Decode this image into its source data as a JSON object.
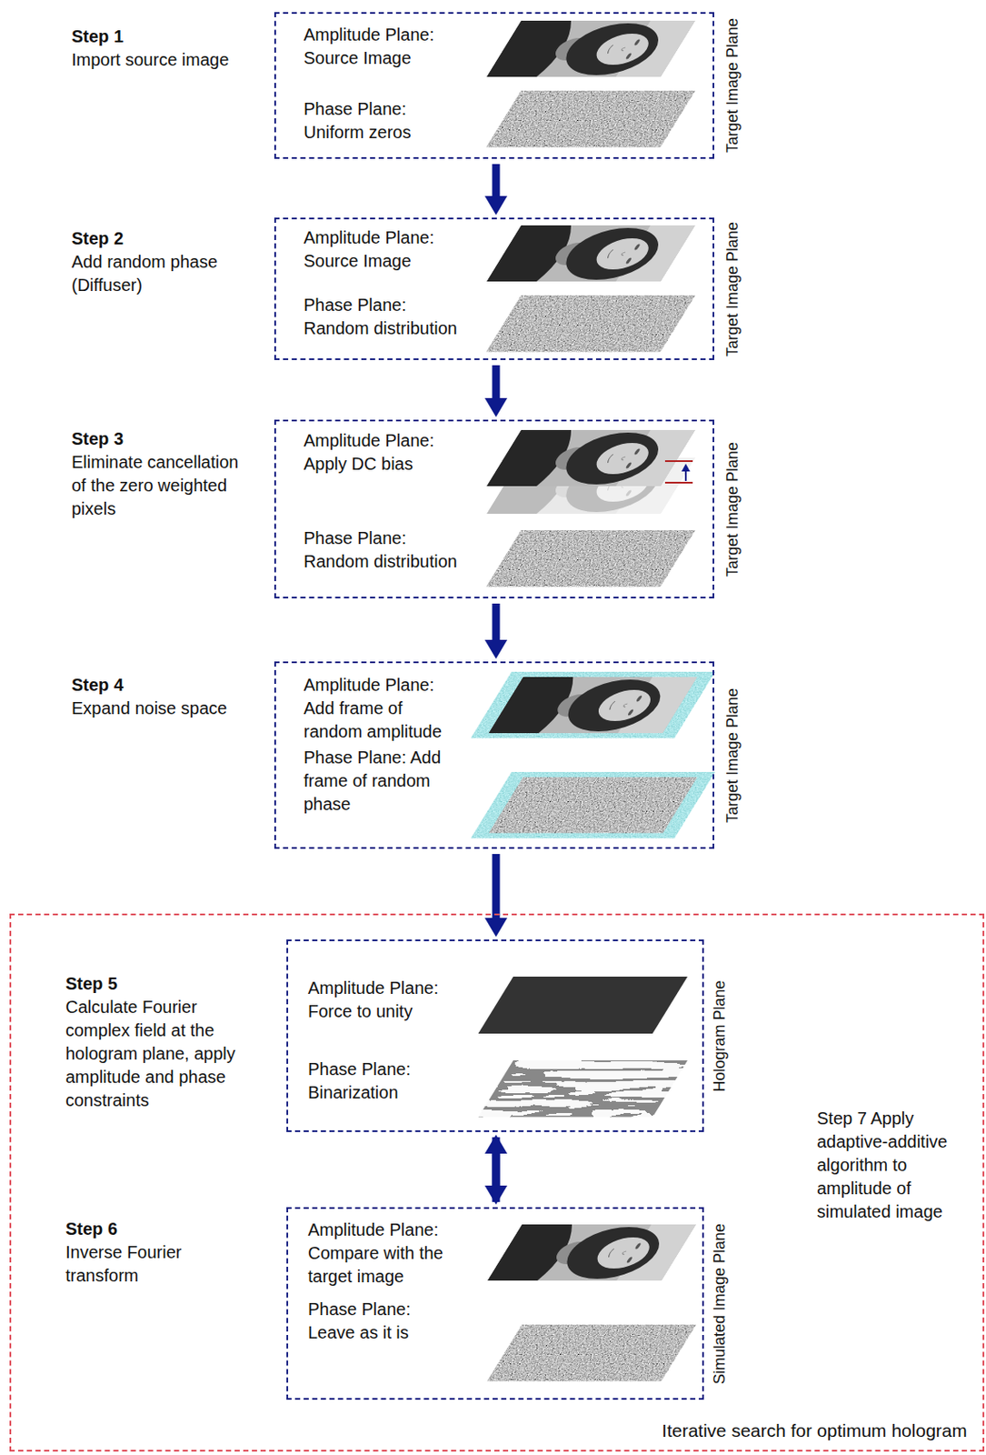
{
  "diagram": {
    "nodes": [
      {
        "text": [
          "Step 1",
          "Import source image",
          "Amplitude Plane: Source Image",
          "Phase Plane: Uniform zeros",
          "Target Image Plane"
        ]
      },
      {
        "text": [
          "Step 2",
          "Add random phase (Diffuser)",
          "Amplitude Plane: Source Image",
          "Phase Plane: Random distribution",
          "Target Image Plane"
        ]
      },
      {
        "text": [
          "Step 3",
          "Eliminate cancellation of the zero weighted pixels",
          "Amplitude Plane: Apply DC bias",
          "Phase Plane: Random distribution",
          "Target Image Plane"
        ]
      },
      {
        "text": [
          "Step 4",
          "Expand noise space",
          "Amplitude Plane: Add frame of random amplitude",
          "Phase Plane: Add frame of random phase",
          "Target Image Plane"
        ]
      },
      {
        "text": [
          "Iterative search for optimum hologram"
        ]
      },
      {
        "text": [
          "Step 5",
          "Calculate Fourier complex field at the hologram plane, apply amplitude and phase constraints",
          "Amplitude Plane: Force to unity",
          "Phase Plane: Binarization",
          "Hologram Plane"
        ],
        "in": 4
      },
      {
        "text": [
          "Step 6",
          "Inverse Fourier transform",
          "Amplitude Plane: Compare with the target image",
          "Phase Plane: Leave as it is",
          "Simulated Image Plane"
        ],
        "in": 4
      }
    ],
    "edges": [
      {
        "from": 0,
        "to": 1,
        "arrow": "to"
      },
      {
        "from": 1,
        "to": 2,
        "arrow": "to"
      },
      {
        "from": 2,
        "to": 3,
        "arrow": "to"
      },
      {
        "from": 3,
        "to": 5,
        "arrow": "to"
      },
      {
        "from": 5,
        "to": 6,
        "arrow": "to"
      },
      {
        "from": 6,
        "to": 5,
        "arrow": "to",
        "label": "Step 7 Apply adaptive-additive algorithm to amplitude of simulated image"
      }
    ]
  }
}
